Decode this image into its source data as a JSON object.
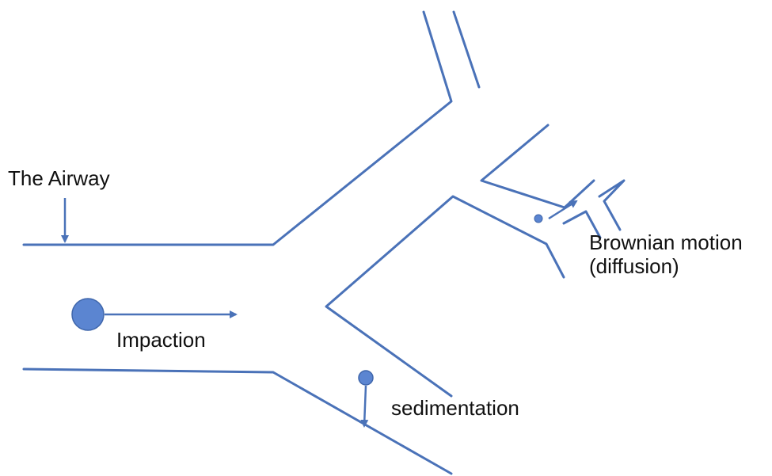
{
  "labels": {
    "airway": "The Airway",
    "impaction": "Impaction",
    "sedimentation": "sedimentation",
    "brownian_line1": "Brownian motion",
    "brownian_line2": "(diffusion)"
  },
  "colors": {
    "line": "#4a72b8",
    "particle_fill": "#5b85d1",
    "particle_stroke": "#3f66ab",
    "text": "#111111"
  }
}
